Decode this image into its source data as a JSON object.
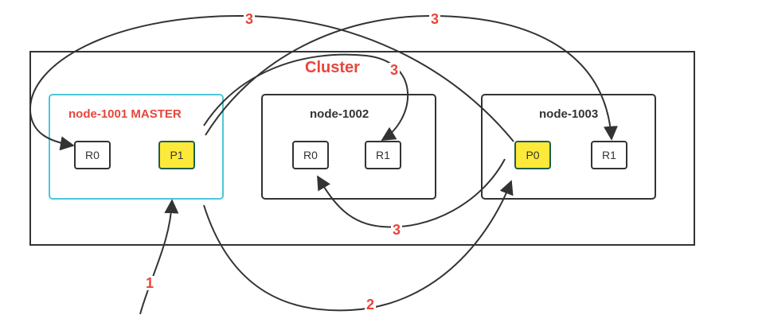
{
  "colors": {
    "accent_red": "#e8453c",
    "master_border": "#4dc7d8",
    "primary_fill": "#fde93a",
    "stroke": "#333333"
  },
  "cluster": {
    "title": "Cluster"
  },
  "nodes": [
    {
      "title": "node-1001 MASTER",
      "shards": [
        "R0",
        "P1"
      ]
    },
    {
      "title": "node-1002",
      "shards": [
        "R0",
        "R1"
      ]
    },
    {
      "title": "node-1003",
      "shards": [
        "P0",
        "R1"
      ]
    }
  ],
  "arrows": {
    "step1": "1",
    "step2": "2",
    "step3_top_left": "3",
    "step3_top_right": "3",
    "step3_middle": "3",
    "step3_bottom": "3"
  }
}
